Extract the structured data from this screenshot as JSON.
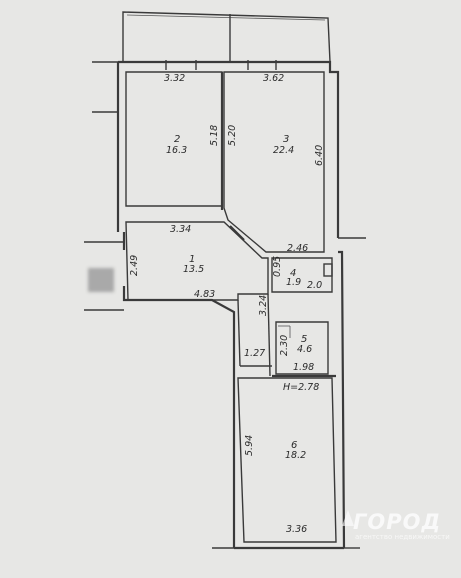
{
  "plan": {
    "rooms": [
      {
        "number": "2",
        "area": "16.3"
      },
      {
        "number": "3",
        "area": "22.4"
      },
      {
        "number": "1",
        "area": "13.5"
      },
      {
        "number": "4",
        "area": "1.9"
      },
      {
        "number": "5",
        "area": "4.6"
      },
      {
        "number": "6",
        "area": "18.2"
      }
    ],
    "dimensions": {
      "top_left": "3.32",
      "top_right": "3.62",
      "room2_side": "5.18",
      "room3_side": "5.20",
      "right_long": "6.40",
      "mid_left": "3.34",
      "mid_right": "2.46",
      "left_side": "2.49",
      "hall_bottom": "4.83",
      "corridor": "3.24",
      "small_width": "0.95",
      "small_len": "2.0",
      "bath_side": "2.30",
      "corridor_width": "1.27",
      "bath_bottom": "1.98",
      "height": "H=2.78",
      "room6_side": "5.94",
      "bottom": "3.36"
    }
  },
  "watermark": {
    "brand": "ГОРОД",
    "tagline": "агентство недвижимости"
  }
}
